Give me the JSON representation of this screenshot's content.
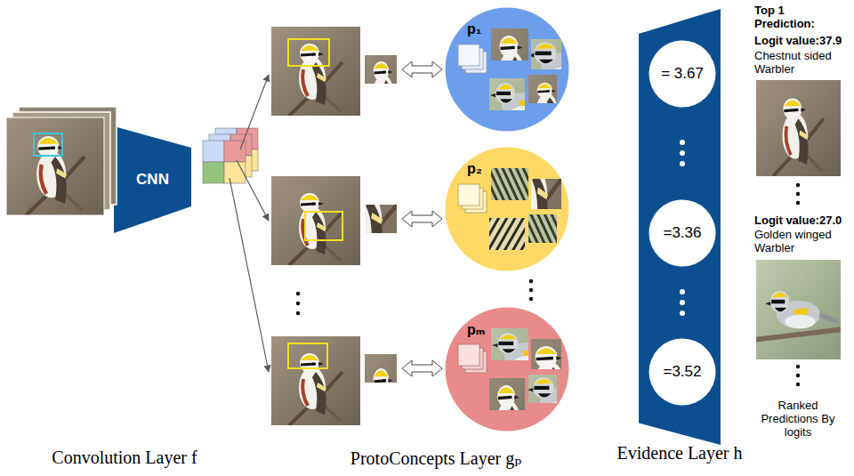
{
  "diagram": {
    "nodes": [
      {
        "text": [
          "CNN"
        ]
      },
      {
        "text": [
          "p₁"
        ]
      },
      {
        "text": [
          "p₂"
        ]
      },
      {
        "text": [
          "pₘ"
        ]
      },
      {
        "text": [
          "Evidence Layer h"
        ]
      },
      {
        "text": [
          "= 3.67"
        ],
        "in": 4
      },
      {
        "text": [
          "=3.36"
        ],
        "in": 4
      },
      {
        "text": [
          "=3.52"
        ],
        "in": 4
      }
    ],
    "labels": [
      "Convolution Layer f",
      "ProtoConcepts Layer gₚ",
      "Top 1 Prediction:",
      "Logit value:37.9",
      "Chestnut sided Warbler",
      "Logit value:27.0",
      "Golden winged Warbler",
      "Ranked Predictions By logits"
    ]
  }
}
